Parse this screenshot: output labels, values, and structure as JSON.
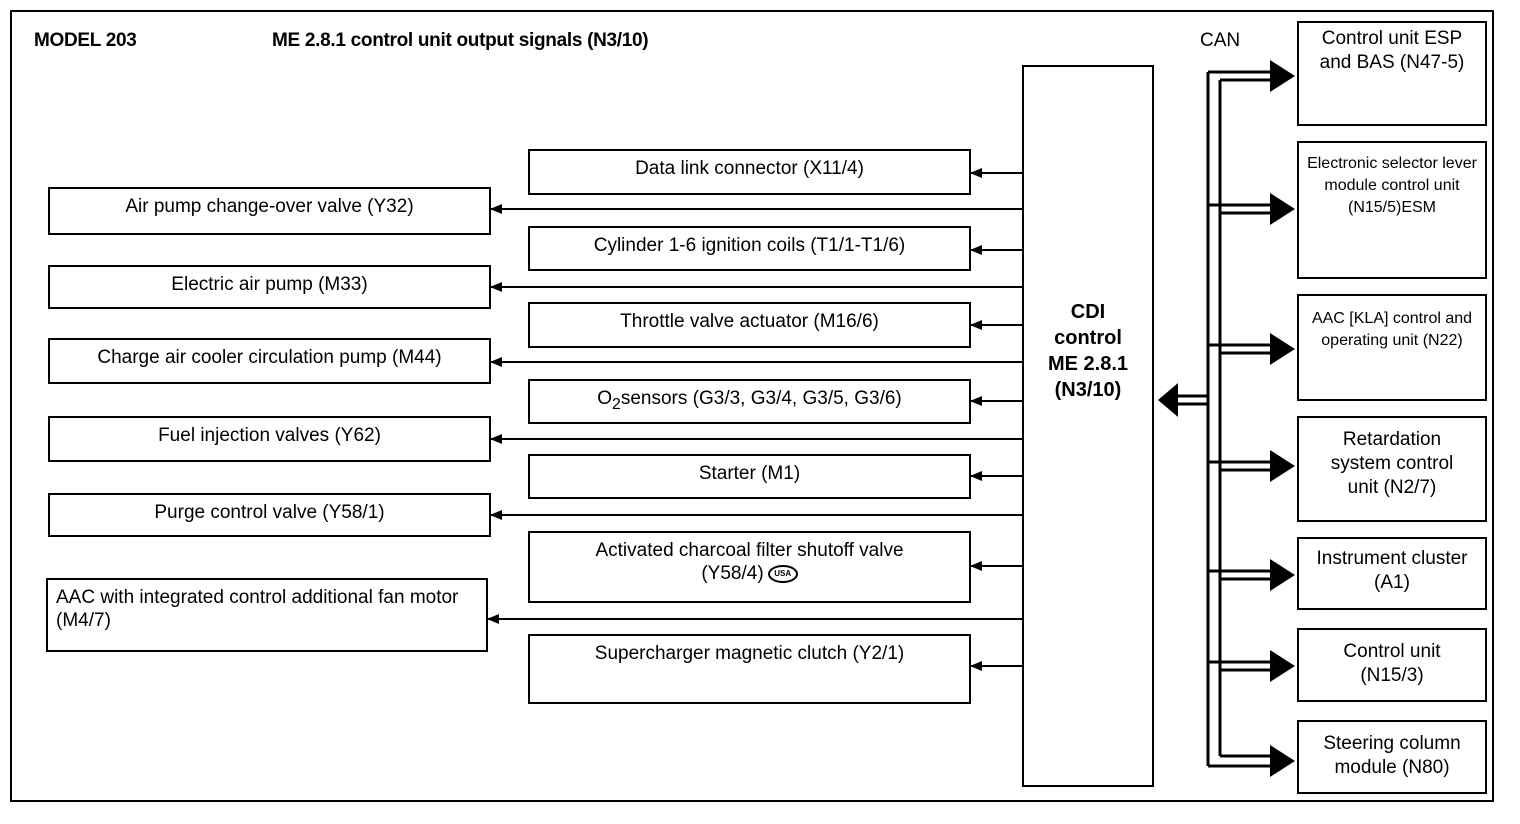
{
  "header": {
    "model": "MODEL 203",
    "title": "ME 2.8.1 control unit output signals (N3/10)"
  },
  "control_unit": {
    "lines": [
      "CDI",
      "control",
      "ME 2.8.1",
      "(N3/10)"
    ]
  },
  "can_label": "CAN",
  "left_outputs": [
    "Air pump change-over valve (Y32)",
    "Electric air pump (M33)",
    "Charge air cooler circulation pump (M44)",
    "Fuel injection valves (Y62)",
    "Purge control valve (Y58/1)",
    "AAC with integrated control additional fan motor (M4/7)"
  ],
  "middle_outputs": [
    "Data link connector (X11/4)",
    "Cylinder 1-6 ignition coils (T1/1-T1/6)",
    "Throttle valve actuator (M16/6)",
    "sensors (G3/3, G3/4, G3/5, G3/6)",
    "Starter (M1)",
    "Activated charcoal filter shutoff valve",
    "Supercharger magnetic clutch (Y2/1)"
  ],
  "o2_prefix": "O",
  "o2_sub": "2",
  "charcoal_code": "(Y58/4)",
  "usa_badge": "USA",
  "can_modules": [
    "Control unit ESP and BAS (N47-5)",
    "Electronic selector lever module control unit (N15/5)ESM",
    "AAC [KLA] control and operating unit (N22)",
    "Retardation system control unit (N2/7)",
    "Instrument cluster (A1)",
    "Control unit (N15/3)",
    "Steering column module (N80)"
  ]
}
